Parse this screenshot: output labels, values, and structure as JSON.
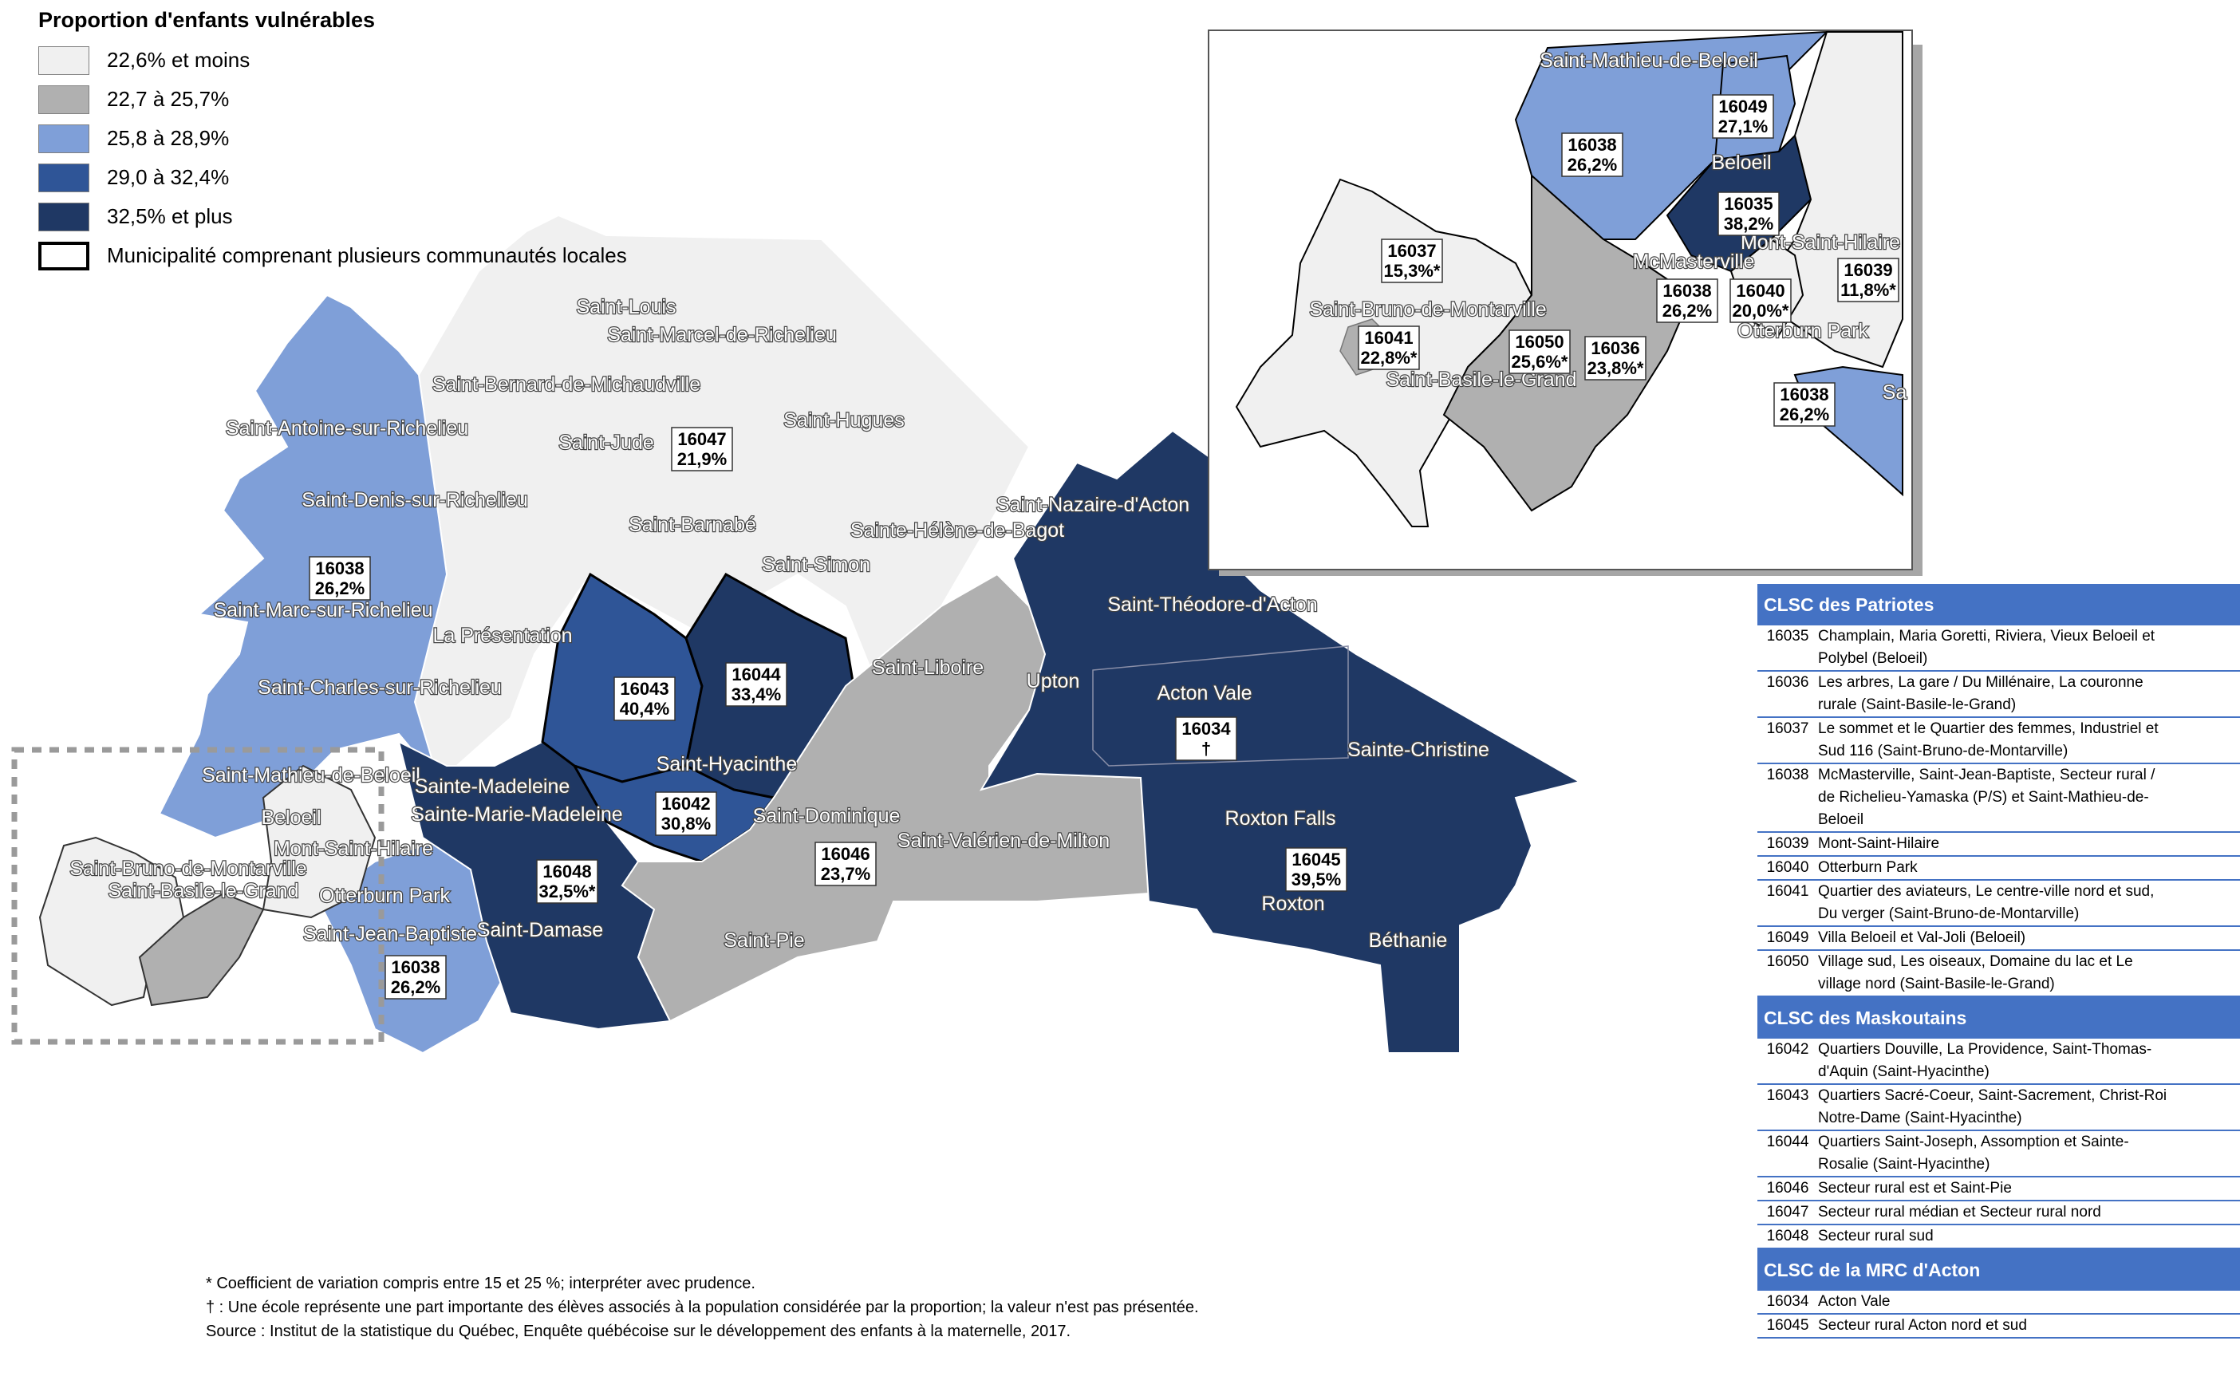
{
  "legend": {
    "title": "Proportion d'enfants vulnérables",
    "items": [
      {
        "label": "22,6% et moins",
        "color": "#f0f0f0"
      },
      {
        "label": "22,7 à 25,7%",
        "color": "#b0b0b0"
      },
      {
        "label": "25,8 à 28,9%",
        "color": "#7f9fd8"
      },
      {
        "label": "29,0 à 32,4%",
        "color": "#2f5597"
      },
      {
        "label": "32,5% et plus",
        "color": "#1f3864"
      }
    ],
    "outline_label": "Municipalité comprenant plusieurs communautés locales"
  },
  "map": {
    "place_names": [
      "Saint-Louis",
      "Saint-Marcel-de-Richelieu",
      "Saint-Bernard-de-Michaudville",
      "Saint-Antoine-sur-Richelieu",
      "Saint-Jude",
      "Saint-Hugues",
      "Saint-Denis-sur-Richelieu",
      "Saint-Barnabé",
      "Sainte-Hélène-de-Bagot",
      "Saint-Nazaire-d'Acton",
      "Saint-Simon",
      "Saint-Marc-sur-Richelieu",
      "La Présentation",
      "Saint-Théodore-d'Acton",
      "Saint-Liboire",
      "Upton",
      "Acton Vale",
      "Saint-Charles-sur-Richelieu",
      "Sainte-Christine",
      "Saint-Hyacinthe",
      "Saint-Mathieu-de-Beloeil",
      "Sainte-Madeleine",
      "Sainte-Marie-Madeleine",
      "Saint-Dominique",
      "Roxton Falls",
      "Beloeil",
      "Mont-Saint-Hilaire",
      "Saint-Valérien-de-Milton",
      "Saint-Bruno-de-Montarville",
      "Saint-Basile-le-Grand",
      "Otterburn Park",
      "Roxton",
      "Saint-Damase",
      "Saint-Jean-Baptiste",
      "Béthanie",
      "Saint-Pie"
    ],
    "areas": [
      {
        "id": "16047",
        "value": "21,9%"
      },
      {
        "id": "16038",
        "value": "26,2%"
      },
      {
        "id": "16043",
        "value": "40,4%"
      },
      {
        "id": "16044",
        "value": "33,4%"
      },
      {
        "id": "16034",
        "value": "†"
      },
      {
        "id": "16042",
        "value": "30,8%"
      },
      {
        "id": "16048",
        "value": "32,5%*"
      },
      {
        "id": "16046",
        "value": "23,7%"
      },
      {
        "id": "16045",
        "value": "39,5%"
      },
      {
        "id": "16038b",
        "value": "26,2%"
      }
    ],
    "area_ids": [
      "16047",
      "16038",
      "16043",
      "16044",
      "16034",
      "16042",
      "16048",
      "16046",
      "16045",
      "16038"
    ]
  },
  "inset": {
    "place_names": [
      "Saint-Mathieu-de-Beloeil",
      "Beloeil",
      "McMasterville",
      "Mont-Saint-Hilaire",
      "Saint-Bruno-de-Montarville",
      "Saint-Basile-le-Grand",
      "Otterburn Park",
      "Sa"
    ],
    "areas": [
      {
        "id": "16049",
        "value": "27,1%"
      },
      {
        "id": "16038",
        "value": "26,2%"
      },
      {
        "id": "16035",
        "value": "38,2%"
      },
      {
        "id": "16037",
        "value": "15,3%*"
      },
      {
        "id": "16039",
        "value": "11,8%*"
      },
      {
        "id": "16038",
        "value": "26,2%"
      },
      {
        "id": "16040",
        "value": "20,0%*"
      },
      {
        "id": "16041",
        "value": "22,8%*"
      },
      {
        "id": "16050",
        "value": "25,6%*"
      },
      {
        "id": "16036",
        "value": "23,8%*"
      },
      {
        "id": "16038",
        "value": "26,2%"
      }
    ]
  },
  "notes": [
    "* Coefficient de variation compris entre 15 et 25 %; interpréter avec prudence.",
    "† : Une école représente une part importante des élèves associés à la population considérée par la proportion; la valeur n'est pas présentée.",
    "Source : Institut de la statistique du Québec, Enquête québécoise sur le développement des enfants à la maternelle, 2017."
  ],
  "side_table": [
    {
      "header": "CLSC des Patriotes",
      "rows": [
        {
          "code": "16035",
          "desc": "Champlain, Maria Goretti, Riviera, Vieux Beloeil et\nPolybel (Beloeil)"
        },
        {
          "code": "16036",
          "desc": "Les arbres, La gare / Du Millénaire, La couronne\nrurale (Saint-Basile-le-Grand)"
        },
        {
          "code": "16037",
          "desc": "Le sommet et le Quartier des femmes, Industriel et\nSud 116 (Saint-Bruno-de-Montarville)"
        },
        {
          "code": "16038",
          "desc": "McMasterville, Saint-Jean-Baptiste, Secteur rural /\nde Richelieu-Yamaska (P/S) et Saint-Mathieu-de-\nBeloeil"
        },
        {
          "code": "16039",
          "desc": "Mont-Saint-Hilaire"
        },
        {
          "code": "16040",
          "desc": "Otterburn Park"
        },
        {
          "code": "16041",
          "desc": "Quartier des aviateurs, Le centre-ville nord et sud,\nDu verger (Saint-Bruno-de-Montarville)"
        },
        {
          "code": "16049",
          "desc": "Villa Beloeil et Val-Joli (Beloeil)"
        },
        {
          "code": "16050",
          "desc": "Village sud, Les oiseaux, Domaine du lac et Le\nvillage nord (Saint-Basile-le-Grand)"
        }
      ]
    },
    {
      "header": "CLSC des Maskoutains",
      "rows": [
        {
          "code": "16042",
          "desc": "Quartiers Douville, La Providence, Saint-Thomas-\nd'Aquin (Saint-Hyacinthe)"
        },
        {
          "code": "16043",
          "desc": "Quartiers Sacré-Coeur, Saint-Sacrement, Christ-Roi\nNotre-Dame (Saint-Hyacinthe)"
        },
        {
          "code": "16044",
          "desc": "Quartiers Saint-Joseph, Assomption et Sainte-\nRosalie (Saint-Hyacinthe)"
        },
        {
          "code": "16046",
          "desc": "Secteur rural est et Saint-Pie"
        },
        {
          "code": "16047",
          "desc": "Secteur rural médian et Secteur rural nord"
        },
        {
          "code": "16048",
          "desc": "Secteur rural sud"
        }
      ]
    },
    {
      "header": "CLSC de la MRC d'Acton",
      "rows": [
        {
          "code": "16034",
          "desc": "Acton Vale"
        },
        {
          "code": "16045",
          "desc": "Secteur rural Acton nord et sud"
        }
      ]
    }
  ]
}
